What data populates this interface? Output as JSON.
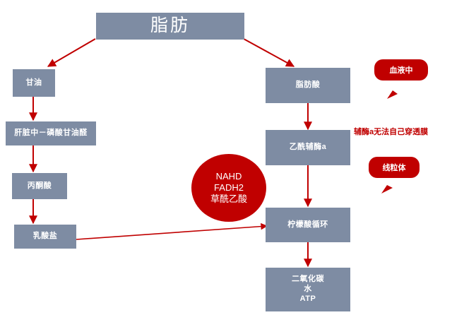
{
  "diagram": {
    "title": "脂肪",
    "nodes": [
      {
        "id": "fat",
        "label": "脂肪"
      },
      {
        "id": "glycerol",
        "label": "甘油"
      },
      {
        "id": "liver",
        "label": "肝脏中－磷酸甘油醛"
      },
      {
        "id": "pyruvate",
        "label": "丙酮酸"
      },
      {
        "id": "lactate",
        "label": "乳酸盐"
      },
      {
        "id": "fattyacid",
        "label": "脂肪酸"
      },
      {
        "id": "acetylcoa",
        "label": "乙酰辅酶a"
      },
      {
        "id": "citric",
        "label": "柠檬酸循环"
      },
      {
        "id": "products",
        "lines": [
          "二氧化碳",
          "水",
          "ATP"
        ]
      }
    ],
    "bubble": {
      "lines": [
        "NAHD",
        "FADH2",
        "草酰乙酸"
      ]
    },
    "callouts": [
      {
        "id": "blood",
        "label": "血液中"
      },
      {
        "id": "mitochondria",
        "label": "线粒体"
      }
    ],
    "notes": [
      {
        "id": "coa-note",
        "label": "辅酶a无法自己穿透膜"
      }
    ],
    "colors": {
      "node_fill": "#7e8ca3",
      "arrow": "#c00000",
      "callout": "#c00000",
      "text_on_node": "#ffffff"
    }
  }
}
